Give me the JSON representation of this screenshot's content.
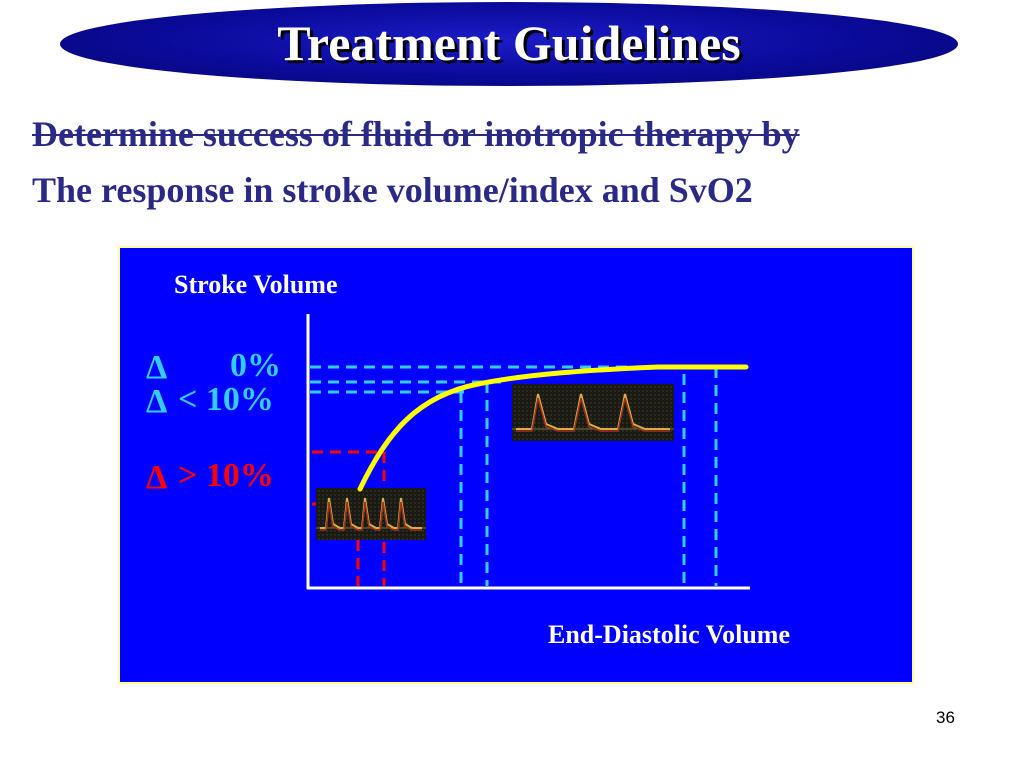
{
  "slide": {
    "title": "Treatment Guidelines",
    "subtitle_line1": "Determine success of fluid or inotropic therapy by",
    "subtitle_line2": "The response in stroke volume/index and SvO2",
    "page_number": "36"
  },
  "diagram": {
    "y_axis_label": "Stroke Volume",
    "x_axis_label": "End-Diastolic Volume",
    "annotations": [
      {
        "delta": "Δ",
        "text": "0%"
      },
      {
        "delta": "Δ",
        "text": "< 10%"
      },
      {
        "delta": "Δ",
        "text": "> 10%"
      }
    ],
    "colors": {
      "background": "#0000ff",
      "border": "#ffff99",
      "axis": "#ffffff",
      "curve": "#ffff00",
      "guide_cyan": "#33ccff",
      "guide_red": "#ff0000",
      "label_cyan": "#33ccff",
      "label_red": "#ff0000",
      "label_white": "#ffffff"
    }
  }
}
